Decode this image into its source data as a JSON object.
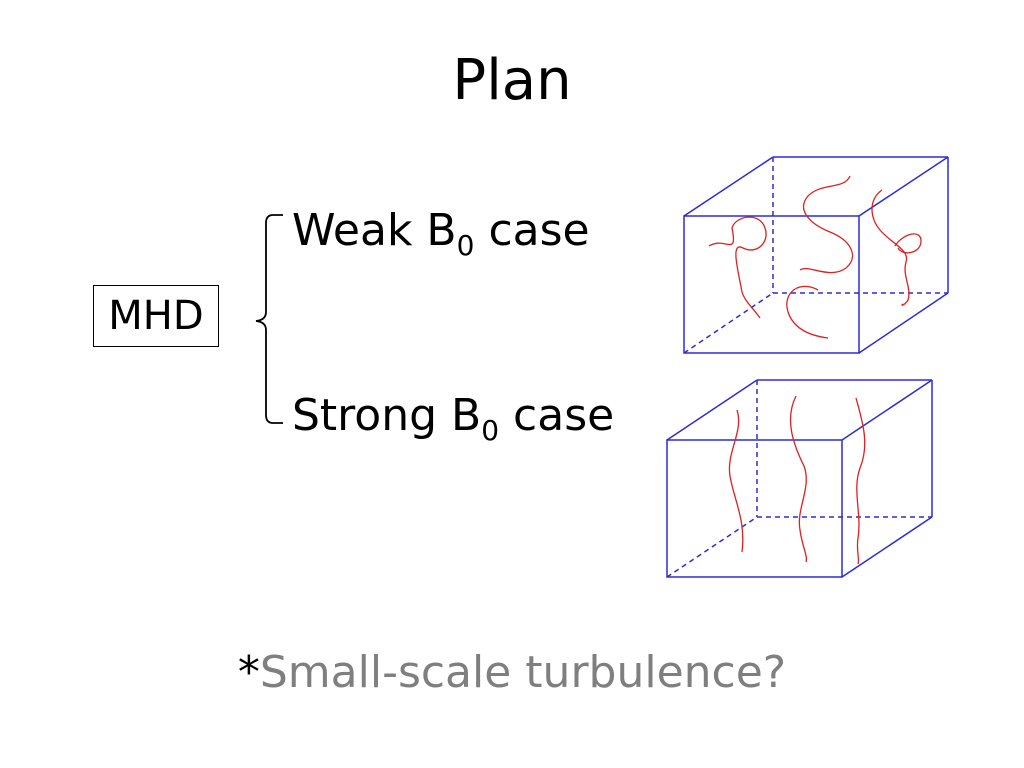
{
  "slide": {
    "title": "Plan",
    "root_label": "MHD",
    "cases": [
      {
        "prefix": "Weak B",
        "subscript": "0",
        "suffix": " case"
      },
      {
        "prefix": "Strong B",
        "subscript": "0",
        "suffix": " case"
      }
    ],
    "footnote": {
      "marker": "*",
      "text": "Small-scale turbulence?"
    }
  },
  "colors": {
    "cube_edge": "#2b2bd6",
    "field_line": "#e02020",
    "text": "#000000",
    "footnote_text": "#7f7f7f"
  }
}
